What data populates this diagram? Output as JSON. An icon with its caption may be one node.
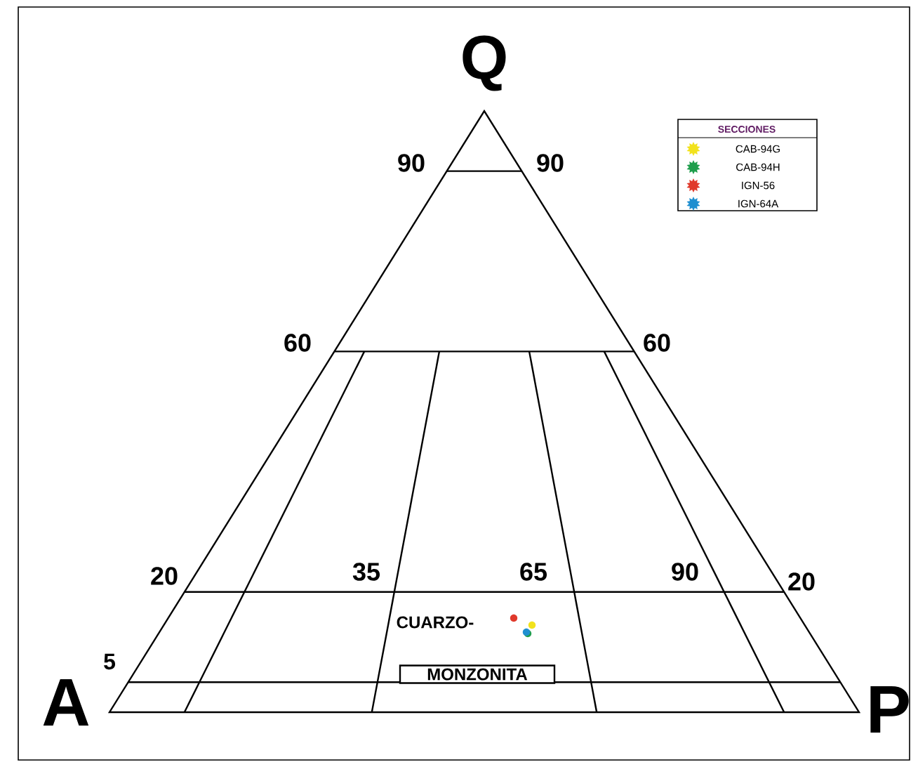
{
  "diagram": {
    "nodes": [
      {
        "text": [
          "MONZONITA"
        ]
      }
    ],
    "labels": [
      "Q",
      "SECCIONES",
      "90",
      "90",
      "60",
      "60",
      "20",
      "35",
      "65",
      "90",
      "20",
      "CUARZO-",
      "5",
      "A",
      "P"
    ],
    "legend": [
      {
        "text": "CAB-94G",
        "color": "#f2e21c"
      },
      {
        "text": "CAB-94H",
        "color": "#1f9e4c"
      },
      {
        "text": "IGN-56",
        "color": "#e0392b"
      },
      {
        "text": "IGN-64A",
        "color": "#1f8fd0"
      }
    ]
  }
}
